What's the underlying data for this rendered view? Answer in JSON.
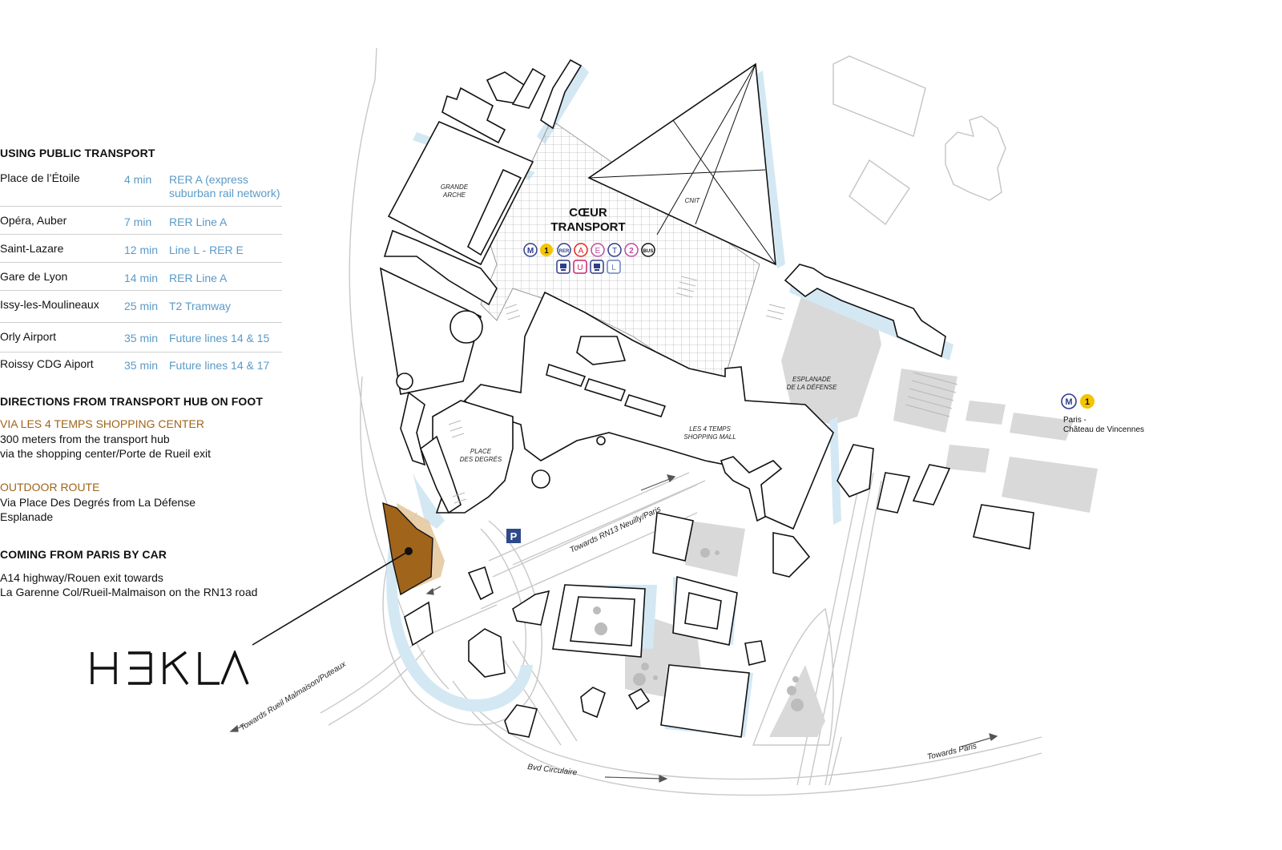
{
  "public_transport": {
    "title": "USING PUBLIC TRANSPORT",
    "routes": [
      {
        "from": "Place de l’Étoile",
        "time": "4 min",
        "line": "RER A (express suburban rail network)"
      },
      {
        "from": "Opéra, Auber",
        "time": "7 min",
        "line": "RER Line A"
      },
      {
        "from": "Saint-Lazare",
        "time": "12 min",
        "line": "Line L - RER E"
      },
      {
        "from": "Gare de Lyon",
        "time": "14 min",
        "line": "RER Line A"
      },
      {
        "from": "Issy-les-Moulineaux",
        "time": "25 min",
        "line": "T2 Tramway"
      },
      {
        "from": "Orly Airport",
        "time": "35 min",
        "line": "Future lines 14 & 15"
      },
      {
        "from": "Roissy CDG Aiport",
        "time": "35 min",
        "line": "Future lines 14 & 17"
      }
    ]
  },
  "foot": {
    "title": "DIRECTIONS FROM TRANSPORT HUB ON FOOT",
    "route1_title": "VIA LES 4 TEMPS SHOPPING CENTER",
    "route1_line1": "300 meters from the transport hub",
    "route1_line2": "via the shopping center/Porte de Rueil exit",
    "route2_title": "OUTDOOR ROUTE",
    "route2_line1": "Via Place Des Degrés from La Défense",
    "route2_line2": "Esplanade"
  },
  "car": {
    "title": "COMING FROM PARIS BY CAR",
    "line1": "A14 highway/Rouen exit towards",
    "line2": "La Garenne Col/Rueil-Malmaison on the RN13 road"
  },
  "brand": {
    "name": "HEKLA"
  },
  "map": {
    "grande_arche_1": "GRANDE",
    "grande_arche_2": "ARCHE",
    "cnit": "CNIT",
    "hub_1": "CŒUR",
    "hub_2": "TRANSPORT",
    "esplanade_1": "ESPLANADE",
    "esplanade_2": "DE LA DÉFENSE",
    "mall_1": "LES 4 TEMPS",
    "mall_2": "SHOPPING MALL",
    "place_1": "PLACE",
    "place_2": "DES DEGRÉS",
    "parking": "P",
    "road_rn13": "Towards RN13 Neuilly/Paris",
    "road_rueil": "Towards Rueil Malmaison/Puteaux",
    "road_bvd": "Bvd Circulaire",
    "road_paris": "Towards Paris",
    "metro_stop_1": "Paris -",
    "metro_stop_2": "Château de Vincennes",
    "badges": {
      "m": "M",
      "one": "1",
      "rer": "RER",
      "a": "A",
      "e": "E",
      "t": "T",
      "two": "2",
      "bus": "BUS",
      "u": "U",
      "l": "L"
    }
  },
  "colors": {
    "accent_brown": "#a0641a",
    "transit_blue": "#5a9ac7",
    "metro_yellow": "#f5c400",
    "shadow_blue": "#d3e8f3"
  }
}
